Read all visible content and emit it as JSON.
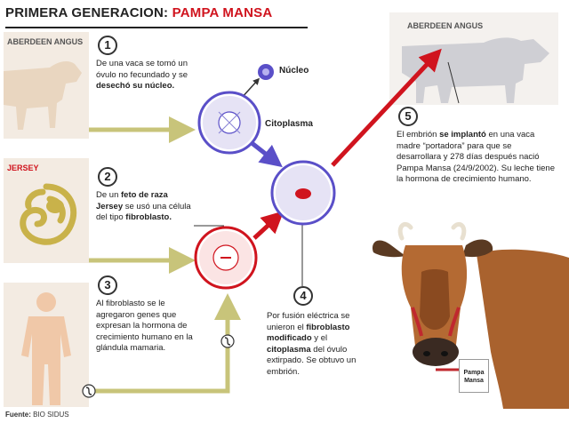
{
  "title": {
    "prefix": "PRIMERA GENERACION: ",
    "accent": "PAMPA MANSA"
  },
  "panels": {
    "aberdeen": "ABERDEEN ANGUS",
    "jersey": "JERSEY",
    "surrogate": "ABERDEEN ANGUS"
  },
  "labels": {
    "nucleus": "Núcleo",
    "cytoplasm": "Citoplasma"
  },
  "steps": [
    {
      "num": "1",
      "parts": [
        {
          "t": "De una vaca se tomó un óvulo no fecundado y se ",
          "b": false
        },
        {
          "t": "desechó su núcleo.",
          "b": true
        }
      ]
    },
    {
      "num": "2",
      "parts": [
        {
          "t": "De un ",
          "b": false
        },
        {
          "t": "feto de raza Jersey",
          "b": true
        },
        {
          "t": " se usó una célula del tipo ",
          "b": false
        },
        {
          "t": "fibroblasto.",
          "b": true
        }
      ]
    },
    {
      "num": "3",
      "parts": [
        {
          "t": "Al fibroblasto se le agregaron genes que expresan la hormona de crecimiento humano en la glándula mamaria.",
          "b": false
        }
      ]
    },
    {
      "num": "4",
      "parts": [
        {
          "t": "Por fusión eléctrica se unieron el ",
          "b": false
        },
        {
          "t": "fibroblasto modificado",
          "b": true
        },
        {
          "t": " y el ",
          "b": false
        },
        {
          "t": "citoplasma",
          "b": true
        },
        {
          "t": " del óvulo extirpado. Se obtuvo un embrión.",
          "b": false
        }
      ]
    },
    {
      "num": "5",
      "parts": [
        {
          "t": "El embrión ",
          "b": false
        },
        {
          "t": "se implantó",
          "b": true
        },
        {
          "t": " en una vaca madre “portadora” para que se desarrollara y 278 días después nació Pampa Mansa (24/9/2002). Su leche tiene la hormona de crecimiento humano.",
          "b": false
        }
      ]
    }
  ],
  "tag": {
    "line1": "Pampa",
    "line2": "Mansa"
  },
  "footer": {
    "label": "Fuente:",
    "source": "BIO SIDUS"
  },
  "colors": {
    "red": "#d0141e",
    "purple": "#5a4fc8",
    "olive": "#c8c47a",
    "panel": "#f3ebe2"
  }
}
